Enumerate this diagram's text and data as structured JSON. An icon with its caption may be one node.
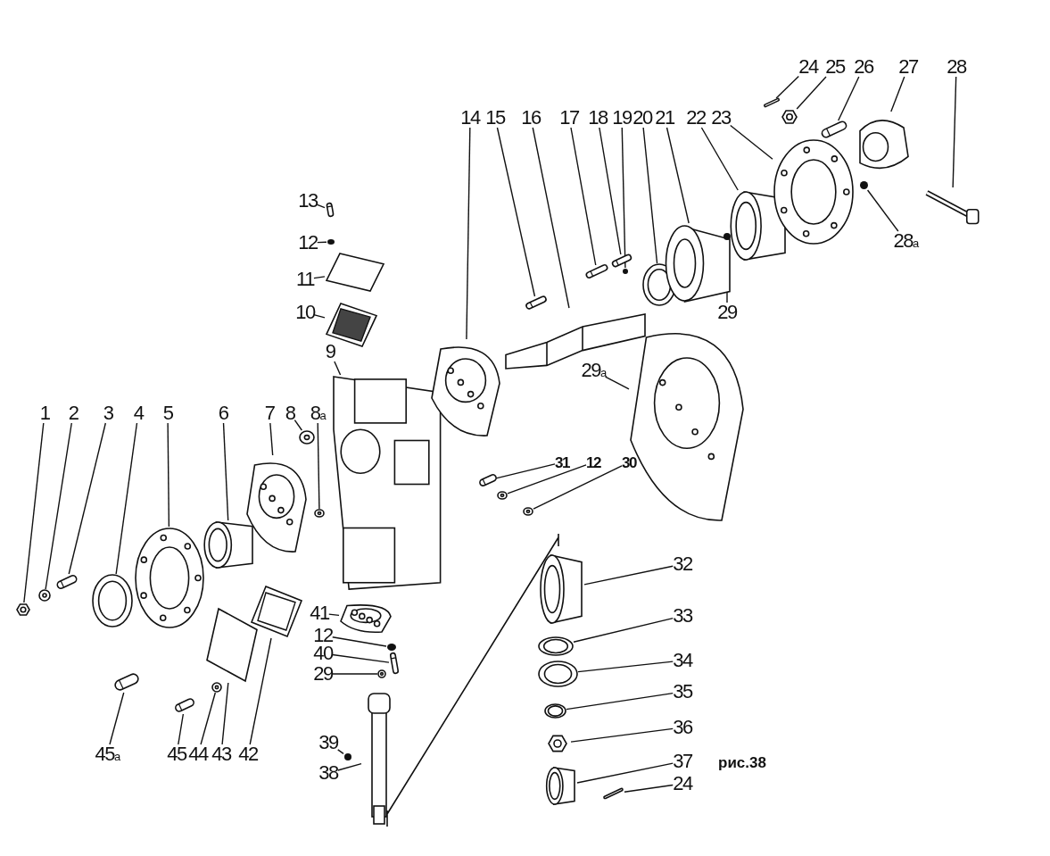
{
  "diagram": {
    "nodes": [
      {
        "text": [
          "1"
        ]
      },
      {
        "text": [],
        "shape": "picture"
      },
      {
        "text": [
          "2"
        ]
      },
      {
        "text": [],
        "shape": "picture"
      },
      {
        "text": [
          "3"
        ]
      },
      {
        "text": [],
        "shape": "bar"
      },
      {
        "text": [
          "4"
        ]
      },
      {
        "text": [],
        "shape": "picture"
      },
      {
        "text": [
          "5"
        ]
      },
      {
        "text": [],
        "shape": "picture"
      },
      {
        "text": [
          "6"
        ]
      },
      {
        "text": [],
        "shape": "cylinder"
      },
      {
        "text": [
          "7"
        ]
      },
      {
        "text": [],
        "shape": "picture"
      },
      {
        "text": [
          "8"
        ]
      },
      {
        "text": [],
        "shape": "picture"
      },
      {
        "text": [
          "8$_{а}$"
        ]
      },
      {
        "text": [],
        "shape": "picture"
      },
      {
        "text": [
          "9"
        ]
      },
      {
        "text": [],
        "shape": "picture"
      },
      {
        "text": [
          "10"
        ]
      },
      {
        "text": [],
        "shape": "picture"
      },
      {
        "text": [
          "11"
        ]
      },
      {
        "text": [],
        "shape": "picture"
      },
      {
        "text": [
          "12"
        ]
      },
      {
        "text": [],
        "shape": "circle"
      },
      {
        "text": [
          "13"
        ]
      },
      {
        "text": [],
        "shape": "bar"
      },
      {
        "text": [
          "14"
        ]
      },
      {
        "text": [],
        "shape": "picture"
      },
      {
        "text": [
          "15"
        ]
      },
      {
        "text": [],
        "shape": "bar"
      },
      {
        "text": [
          "16"
        ]
      },
      {
        "text": [],
        "shape": "picture"
      },
      {
        "text": [
          "17"
        ]
      },
      {
        "text": [],
        "shape": "bar"
      },
      {
        "text": [
          "18"
        ]
      },
      {
        "text": [],
        "shape": "bar"
      },
      {
        "text": [
          "19"
        ]
      },
      {
        "text": [],
        "shape": "circle"
      },
      {
        "text": [
          "20"
        ]
      },
      {
        "text": [],
        "shape": "picture"
      },
      {
        "text": [
          "21"
        ]
      },
      {
        "text": [],
        "shape": "picture"
      },
      {
        "text": [
          "22"
        ]
      },
      {
        "text": [],
        "shape": "cylinder"
      },
      {
        "text": [
          "23"
        ]
      },
      {
        "text": [],
        "shape": "picture"
      },
      {
        "text": [
          "24"
        ]
      },
      {
        "text": [],
        "shape": "bar"
      },
      {
        "text": [
          "25"
        ]
      },
      {
        "text": [],
        "shape": "picture"
      },
      {
        "text": [
          "26"
        ]
      },
      {
        "text": [],
        "shape": "bar"
      },
      {
        "text": [
          "27"
        ]
      },
      {
        "text": [],
        "shape": "picture"
      },
      {
        "text": [
          "28"
        ]
      },
      {
        "text": [],
        "shape": "picture"
      },
      {
        "text": [
          "28$_{а}$"
        ]
      },
      {
        "text": [],
        "shape": "circle"
      },
      {
        "text": [
          "29"
        ]
      },
      {
        "text": [],
        "shape": "circle"
      },
      {
        "text": [
          "29$_{а}$"
        ]
      },
      {
        "text": [],
        "shape": "picture"
      },
      {
        "text": [
          "31"
        ]
      },
      {
        "text": [],
        "shape": "bar"
      },
      {
        "text": [
          "12"
        ]
      },
      {
        "text": [],
        "shape": "picture"
      },
      {
        "text": [
          "30"
        ]
      },
      {
        "text": [],
        "shape": "picture"
      },
      {
        "text": [
          "32"
        ]
      },
      {
        "text": [],
        "shape": "cylinder"
      },
      {
        "text": [
          "33"
        ]
      },
      {
        "text": [],
        "shape": "picture"
      },
      {
        "text": [
          "34"
        ]
      },
      {
        "text": [],
        "shape": "picture"
      },
      {
        "text": [
          "35"
        ]
      },
      {
        "text": [],
        "shape": "picture"
      },
      {
        "text": [
          "36"
        ]
      },
      {
        "text": [],
        "shape": "picture"
      },
      {
        "text": [
          "37"
        ]
      },
      {
        "text": [],
        "shape": "cylinder"
      },
      {
        "text": [
          "24"
        ]
      },
      {
        "text": [],
        "shape": "bar"
      },
      {
        "text": [
          "41"
        ]
      },
      {
        "text": [],
        "shape": "picture"
      },
      {
        "text": [
          "12"
        ]
      },
      {
        "text": [],
        "shape": "circle"
      },
      {
        "text": [
          "40"
        ]
      },
      {
        "text": [],
        "shape": "bar"
      },
      {
        "text": [
          "29"
        ]
      },
      {
        "text": [],
        "shape": "picture"
      },
      {
        "text": [
          "39"
        ]
      },
      {
        "text": [],
        "shape": "circle"
      },
      {
        "text": [
          "38"
        ]
      },
      {
        "text": [],
        "shape": "bar"
      },
      {
        "text": [
          "42"
        ]
      },
      {
        "text": [],
        "shape": "picture"
      },
      {
        "text": [
          "43"
        ]
      },
      {
        "text": [],
        "shape": "picture"
      },
      {
        "text": [
          "44"
        ]
      },
      {
        "text": [],
        "shape": "picture"
      },
      {
        "text": [
          "45"
        ]
      },
      {
        "text": [],
        "shape": "bar"
      },
      {
        "text": [
          "45$_{а}$"
        ]
      },
      {
        "text": [],
        "shape": "bar"
      }
    ],
    "edges": [
      {
        "from": 0,
        "to": 1,
        "arrow": "none"
      },
      {
        "from": 2,
        "to": 3,
        "arrow": "none"
      },
      {
        "from": 4,
        "to": 5,
        "arrow": "none"
      },
      {
        "from": 6,
        "to": 7,
        "arrow": "none"
      },
      {
        "from": 8,
        "to": 9,
        "arrow": "none"
      },
      {
        "from": 10,
        "to": 11,
        "arrow": "none"
      },
      {
        "from": 12,
        "to": 13,
        "arrow": "none"
      },
      {
        "from": 14,
        "to": 15,
        "arrow": "none"
      },
      {
        "from": 16,
        "to": 17,
        "arrow": "none"
      },
      {
        "from": 18,
        "to": 19,
        "arrow": "none"
      },
      {
        "from": 20,
        "to": 21,
        "arrow": "none"
      },
      {
        "from": 22,
        "to": 23,
        "arrow": "none"
      },
      {
        "from": 24,
        "to": 25,
        "arrow": "none"
      },
      {
        "from": 26,
        "to": 27,
        "arrow": "none"
      },
      {
        "from": 28,
        "to": 29,
        "arrow": "none"
      },
      {
        "from": 30,
        "to": 31,
        "arrow": "none"
      },
      {
        "from": 32,
        "to": 33,
        "arrow": "none"
      },
      {
        "from": 34,
        "to": 35,
        "arrow": "none"
      },
      {
        "from": 36,
        "to": 37,
        "arrow": "none"
      },
      {
        "from": 38,
        "to": 39,
        "arrow": "none"
      },
      {
        "from": 40,
        "to": 41,
        "arrow": "none"
      },
      {
        "from": 42,
        "to": 43,
        "arrow": "none"
      },
      {
        "from": 44,
        "to": 45,
        "arrow": "none"
      },
      {
        "from": 46,
        "to": 47,
        "arrow": "none"
      },
      {
        "from": 48,
        "to": 49,
        "arrow": "none"
      },
      {
        "from": 50,
        "to": 51,
        "arrow": "none"
      },
      {
        "from": 52,
        "to": 53,
        "arrow": "none"
      },
      {
        "from": 54,
        "to": 55,
        "arrow": "none"
      },
      {
        "from": 56,
        "to": 57,
        "arrow": "none"
      },
      {
        "from": 58,
        "to": 59,
        "arrow": "none"
      },
      {
        "from": 60,
        "to": 61,
        "arrow": "none"
      },
      {
        "from": 62,
        "to": 63,
        "arrow": "none"
      },
      {
        "from": 64,
        "to": 65,
        "arrow": "none"
      },
      {
        "from": 66,
        "to": 67,
        "arrow": "none"
      },
      {
        "from": 68,
        "to": 69,
        "arrow": "none"
      },
      {
        "from": 70,
        "to": 71,
        "arrow": "none"
      },
      {
        "from": 72,
        "to": 73,
        "arrow": "none"
      },
      {
        "from": 74,
        "to": 75,
        "arrow": "none"
      },
      {
        "from": 76,
        "to": 77,
        "arrow": "none"
      },
      {
        "from": 78,
        "to": 79,
        "arrow": "none"
      },
      {
        "from": 80,
        "to": 81,
        "arrow": "none"
      },
      {
        "from": 82,
        "to": 83,
        "arrow": "none"
      },
      {
        "from": 84,
        "to": 85,
        "arrow": "none"
      },
      {
        "from": 86,
        "to": 87,
        "arrow": "none"
      },
      {
        "from": 88,
        "to": 89,
        "arrow": "none"
      },
      {
        "from": 90,
        "to": 91,
        "arrow": "none"
      },
      {
        "from": 92,
        "to": 93,
        "arrow": "none"
      },
      {
        "from": 94,
        "to": 95,
        "arrow": "none"
      },
      {
        "from": 96,
        "to": 97,
        "arrow": "none"
      },
      {
        "from": 98,
        "to": 99,
        "arrow": "none"
      },
      {
        "from": 100,
        "to": 101,
        "arrow": "none"
      },
      {
        "from": 102,
        "to": 103,
        "arrow": "none"
      },
      {
        "from": 104,
        "to": 105,
        "arrow": "none"
      }
    ],
    "labels": [
      "рис.38"
    ]
  }
}
